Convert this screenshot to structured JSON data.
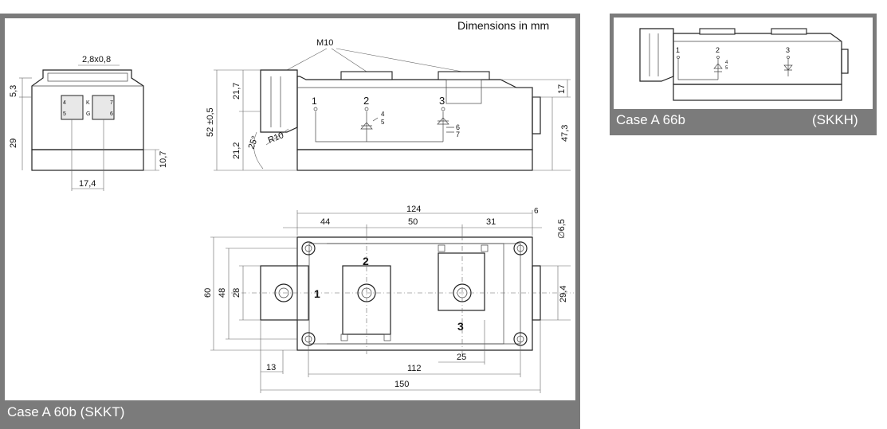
{
  "left_panel": {
    "caption": "Case A 60b (SKKT)",
    "units_note": "Dimensions in mm",
    "end_view": {
      "dim_top": "2,8x0,8",
      "dim_left_upper": "5,3",
      "dim_left_lower": "29",
      "dim_right": "10,7",
      "dim_bottom": "17,4",
      "pin_labels": [
        "4",
        "5",
        "K",
        "G",
        "7",
        "6"
      ]
    },
    "side_view": {
      "screw_label": "M10",
      "dim_upper": "21,7",
      "dim_total": "52 ±0,5",
      "dim_lower": "21,2",
      "angle": "25°",
      "radius": "R10",
      "dim_right_top": "17",
      "dim_right_total": "47,3",
      "terminals": [
        "1",
        "2",
        "3"
      ],
      "gate_pins_left": [
        "4",
        "5"
      ],
      "gate_pins_right": [
        "6",
        "7"
      ]
    },
    "top_view": {
      "dim_total_top": "124",
      "dim_seg_1": "44",
      "dim_seg_2": "50",
      "dim_seg_3": "31",
      "dim_small": "6",
      "dim_hole": "∅6,5",
      "dim_height_outer": "60",
      "dim_height_mid": "48",
      "dim_height_inner": "28",
      "dim_right": "29,4",
      "dim_left_tab": "13",
      "dim_mount": "112",
      "dim_term3": "25",
      "dim_total_bottom": "150",
      "terminals": [
        "1",
        "2",
        "3"
      ]
    }
  },
  "right_panel": {
    "caption_left": "Case A 66b",
    "caption_right": "(SKKH)",
    "terminals": [
      "1",
      "2",
      "3"
    ],
    "gate_pins": [
      "4",
      "5"
    ]
  }
}
